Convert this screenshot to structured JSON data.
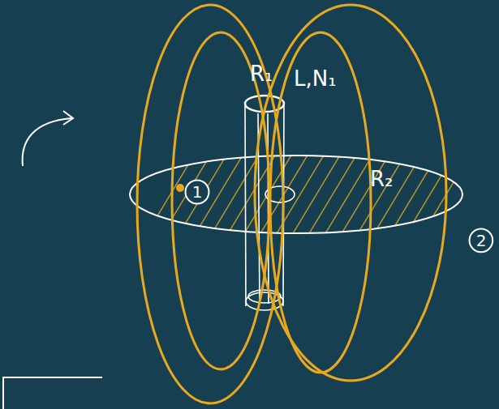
{
  "diagram": {
    "nodes": [
      {
        "text": [
          "1"
        ]
      },
      {
        "text": [
          "2"
        ]
      }
    ],
    "labels": [
      "R₁",
      "L,N₁",
      "R₂"
    ]
  }
}
